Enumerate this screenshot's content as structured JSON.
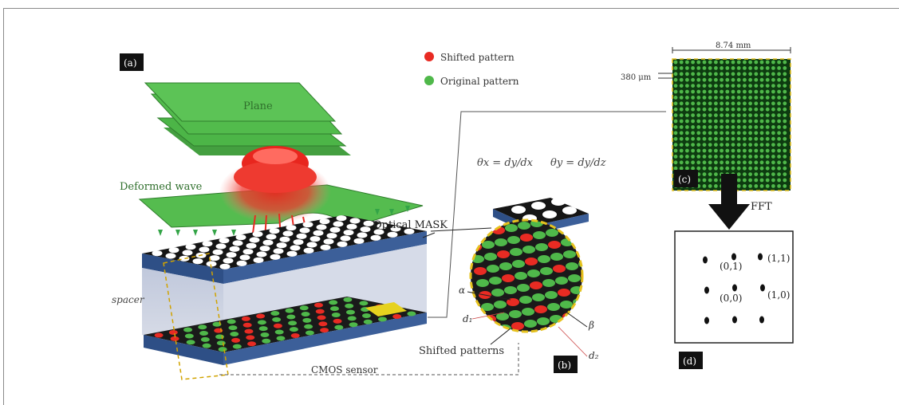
{
  "panels": {
    "a": "(a)",
    "b": "(b)",
    "c": "(c)",
    "d": "(d)"
  },
  "legend": {
    "shifted": "Shifted pattern",
    "original": "Original pattern"
  },
  "labels": {
    "plane": "Plane",
    "deformed_wave": "Deformed wave",
    "optical_mask": "Optical MASK",
    "spacer": "spacer",
    "cmos_sensor": "CMOS sensor",
    "shifted_patterns": "Shifted patterns",
    "eq_x": "θx = dy/dx",
    "eq_y": "θy = dy/dz",
    "alpha": "α",
    "beta": "β",
    "d1": "d₁",
    "d2": "d₂",
    "dim_width": "8.74 mm",
    "dim_pitch": "380 μm",
    "fft": "FFT"
  },
  "fft_orders": {
    "o01": "(0,1)",
    "o11": "(1,1)",
    "o00": "(0,0)",
    "o10": "(1,0)"
  },
  "colors": {
    "green": "#4fb84a",
    "dark_green": "#2f7d2c",
    "red": "#e82b23",
    "black": "#111111",
    "blue_edge": "#2e4f86",
    "spacer": "#c3c9dc",
    "yellow": "#e6d21e"
  }
}
